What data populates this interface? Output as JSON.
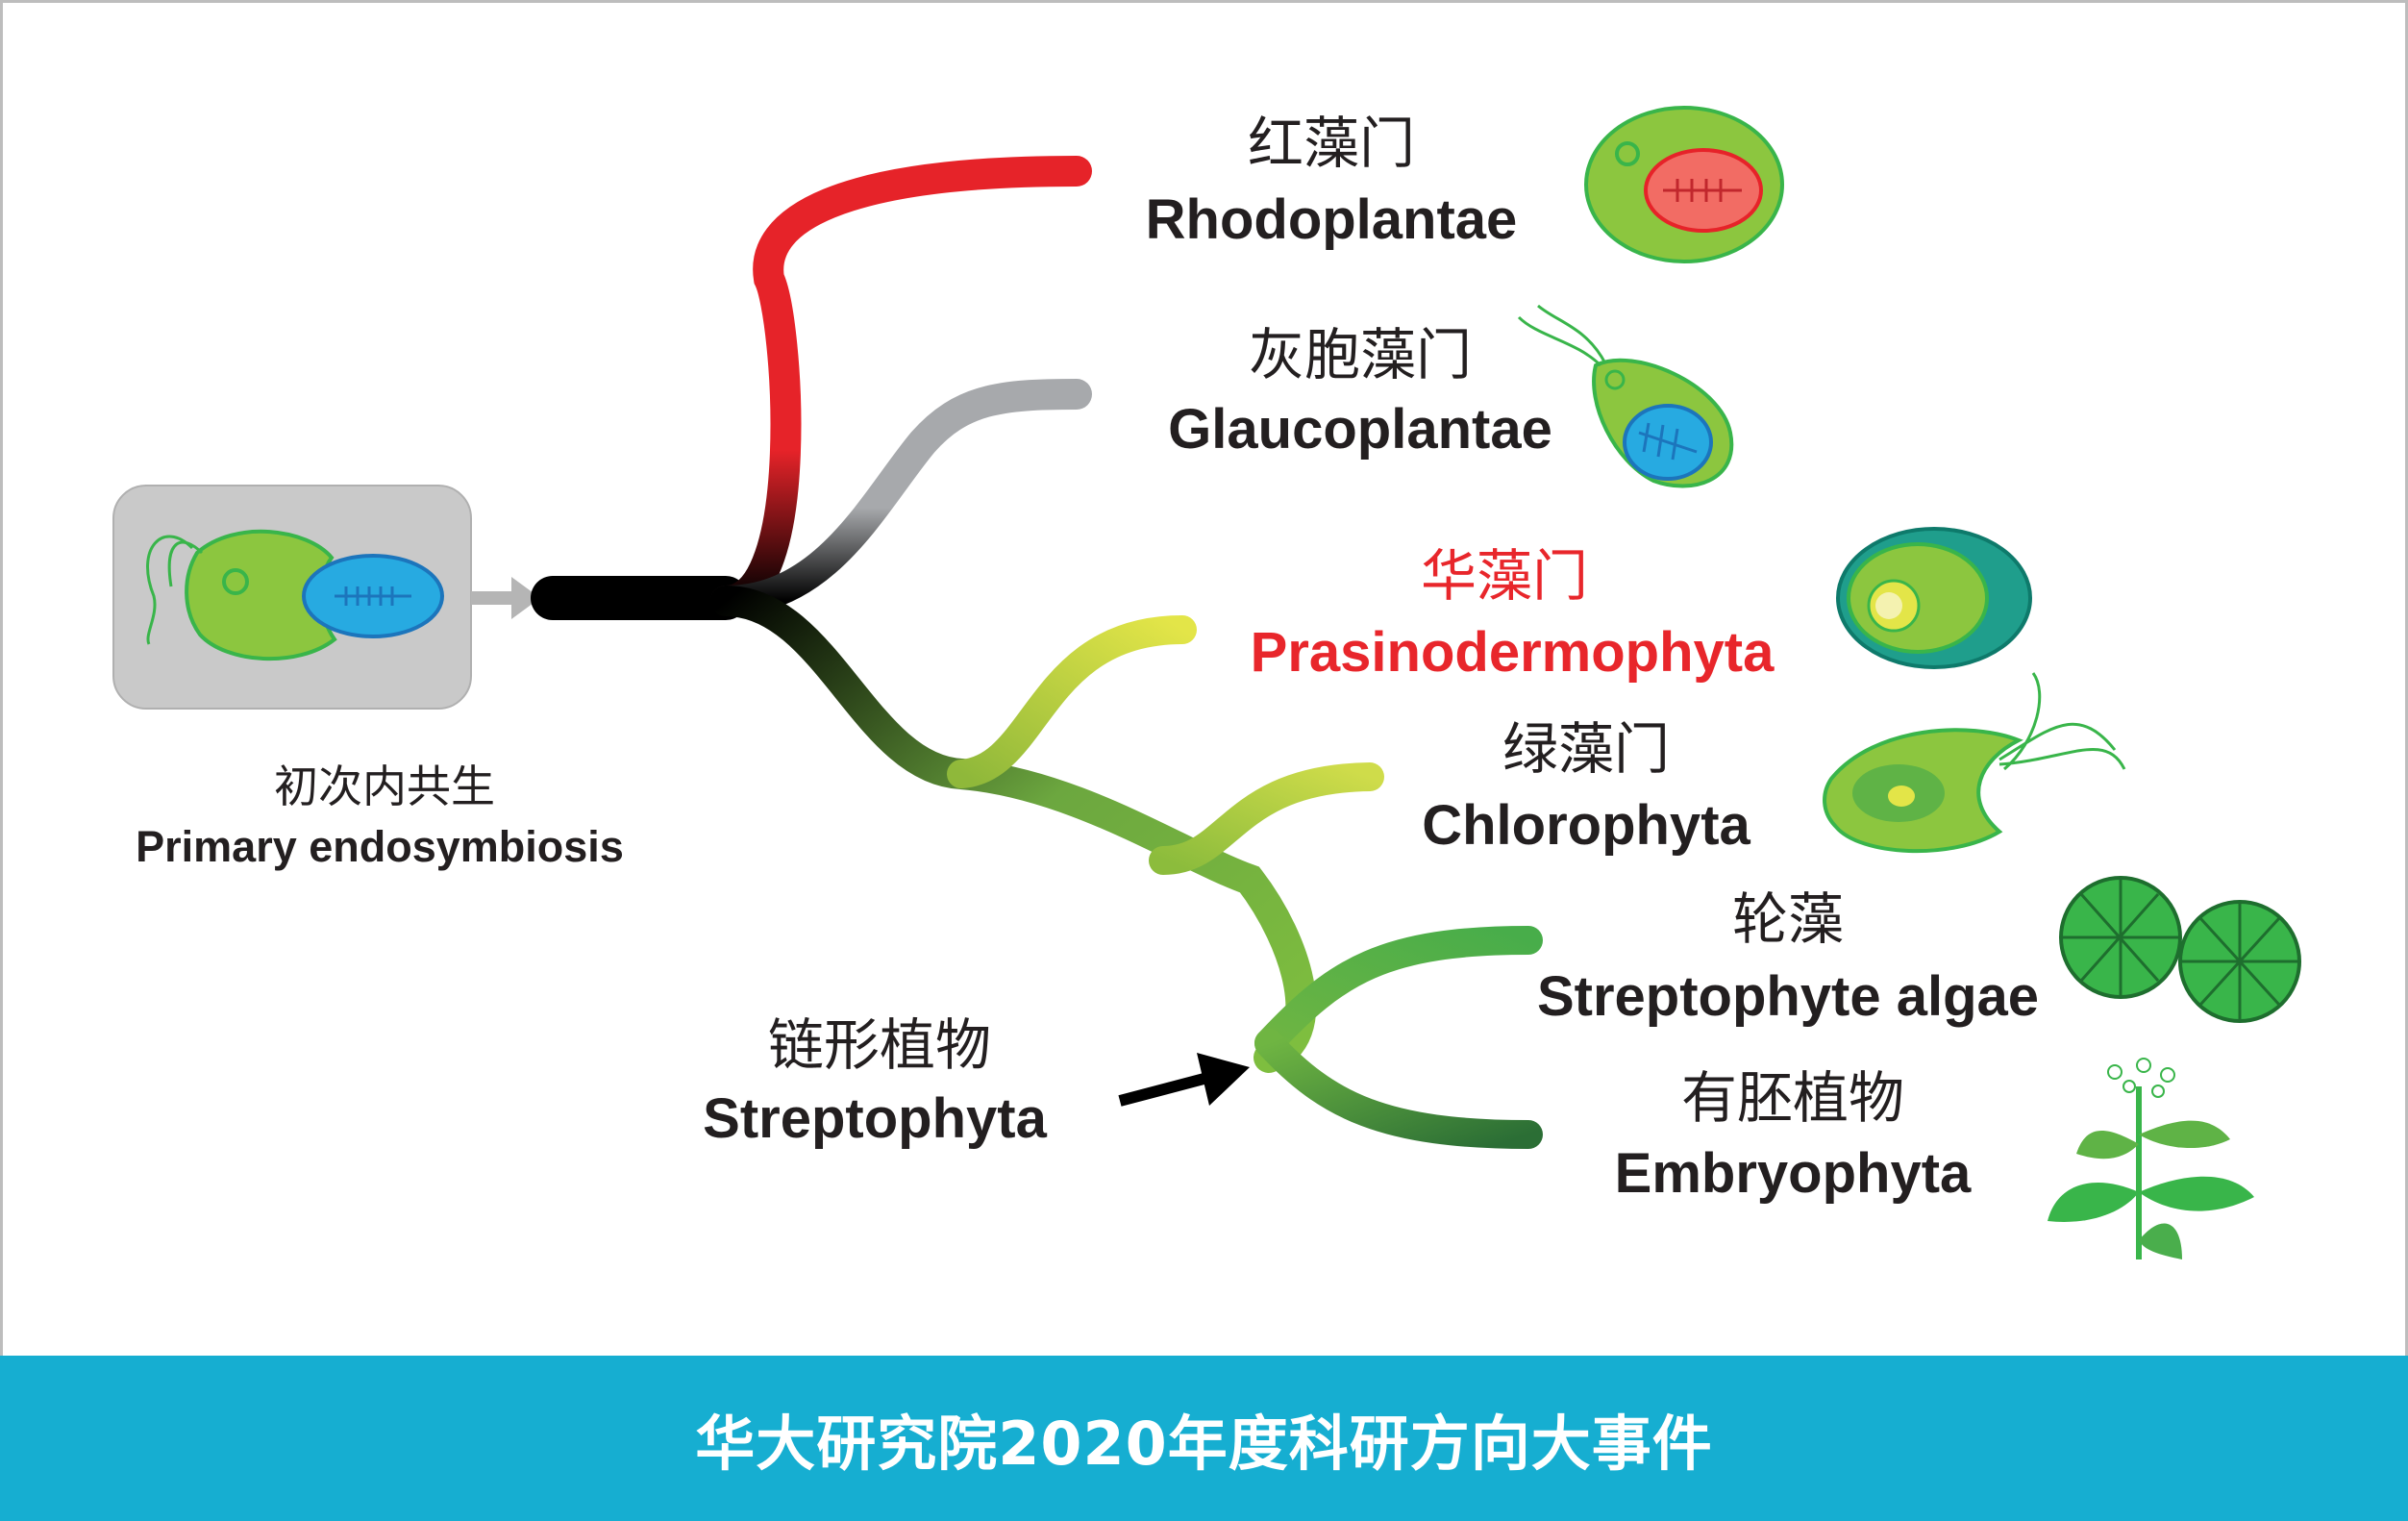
{
  "source": {
    "label_zh": "初次内共生",
    "label_en": "Primary endosymbiosis"
  },
  "lineages": [
    {
      "id": "rhodoplantae",
      "name_zh": "红藻门",
      "name_en": "Rhodoplantae",
      "color": "#e62329"
    },
    {
      "id": "glaucoplantae",
      "name_zh": "灰胞藻门",
      "name_en": "Glaucoplantae",
      "color": "#a7a9ac"
    },
    {
      "id": "prasinodermophyta",
      "name_zh": "华藻门",
      "name_en": "Prasinodermophyta",
      "color": "#d9e021",
      "highlight": "#e8262b"
    },
    {
      "id": "chlorophyta",
      "name_zh": "绿藻门",
      "name_en": "Chlorophyta",
      "color": "#c6d93f"
    },
    {
      "id": "streptophyte_algae",
      "name_zh": "轮藻",
      "name_en": "Streptophyte algae",
      "color": "#4aae4c"
    },
    {
      "id": "embryophyta",
      "name_zh": "有胚植物",
      "name_en": "Embryophyta",
      "color": "#2d7a3a"
    }
  ],
  "clade": {
    "name_zh": "链形植物",
    "name_en": "Streptophyta"
  },
  "footer": {
    "text": "华大研究院2020年度科研方向大事件",
    "background": "#16aed1"
  }
}
